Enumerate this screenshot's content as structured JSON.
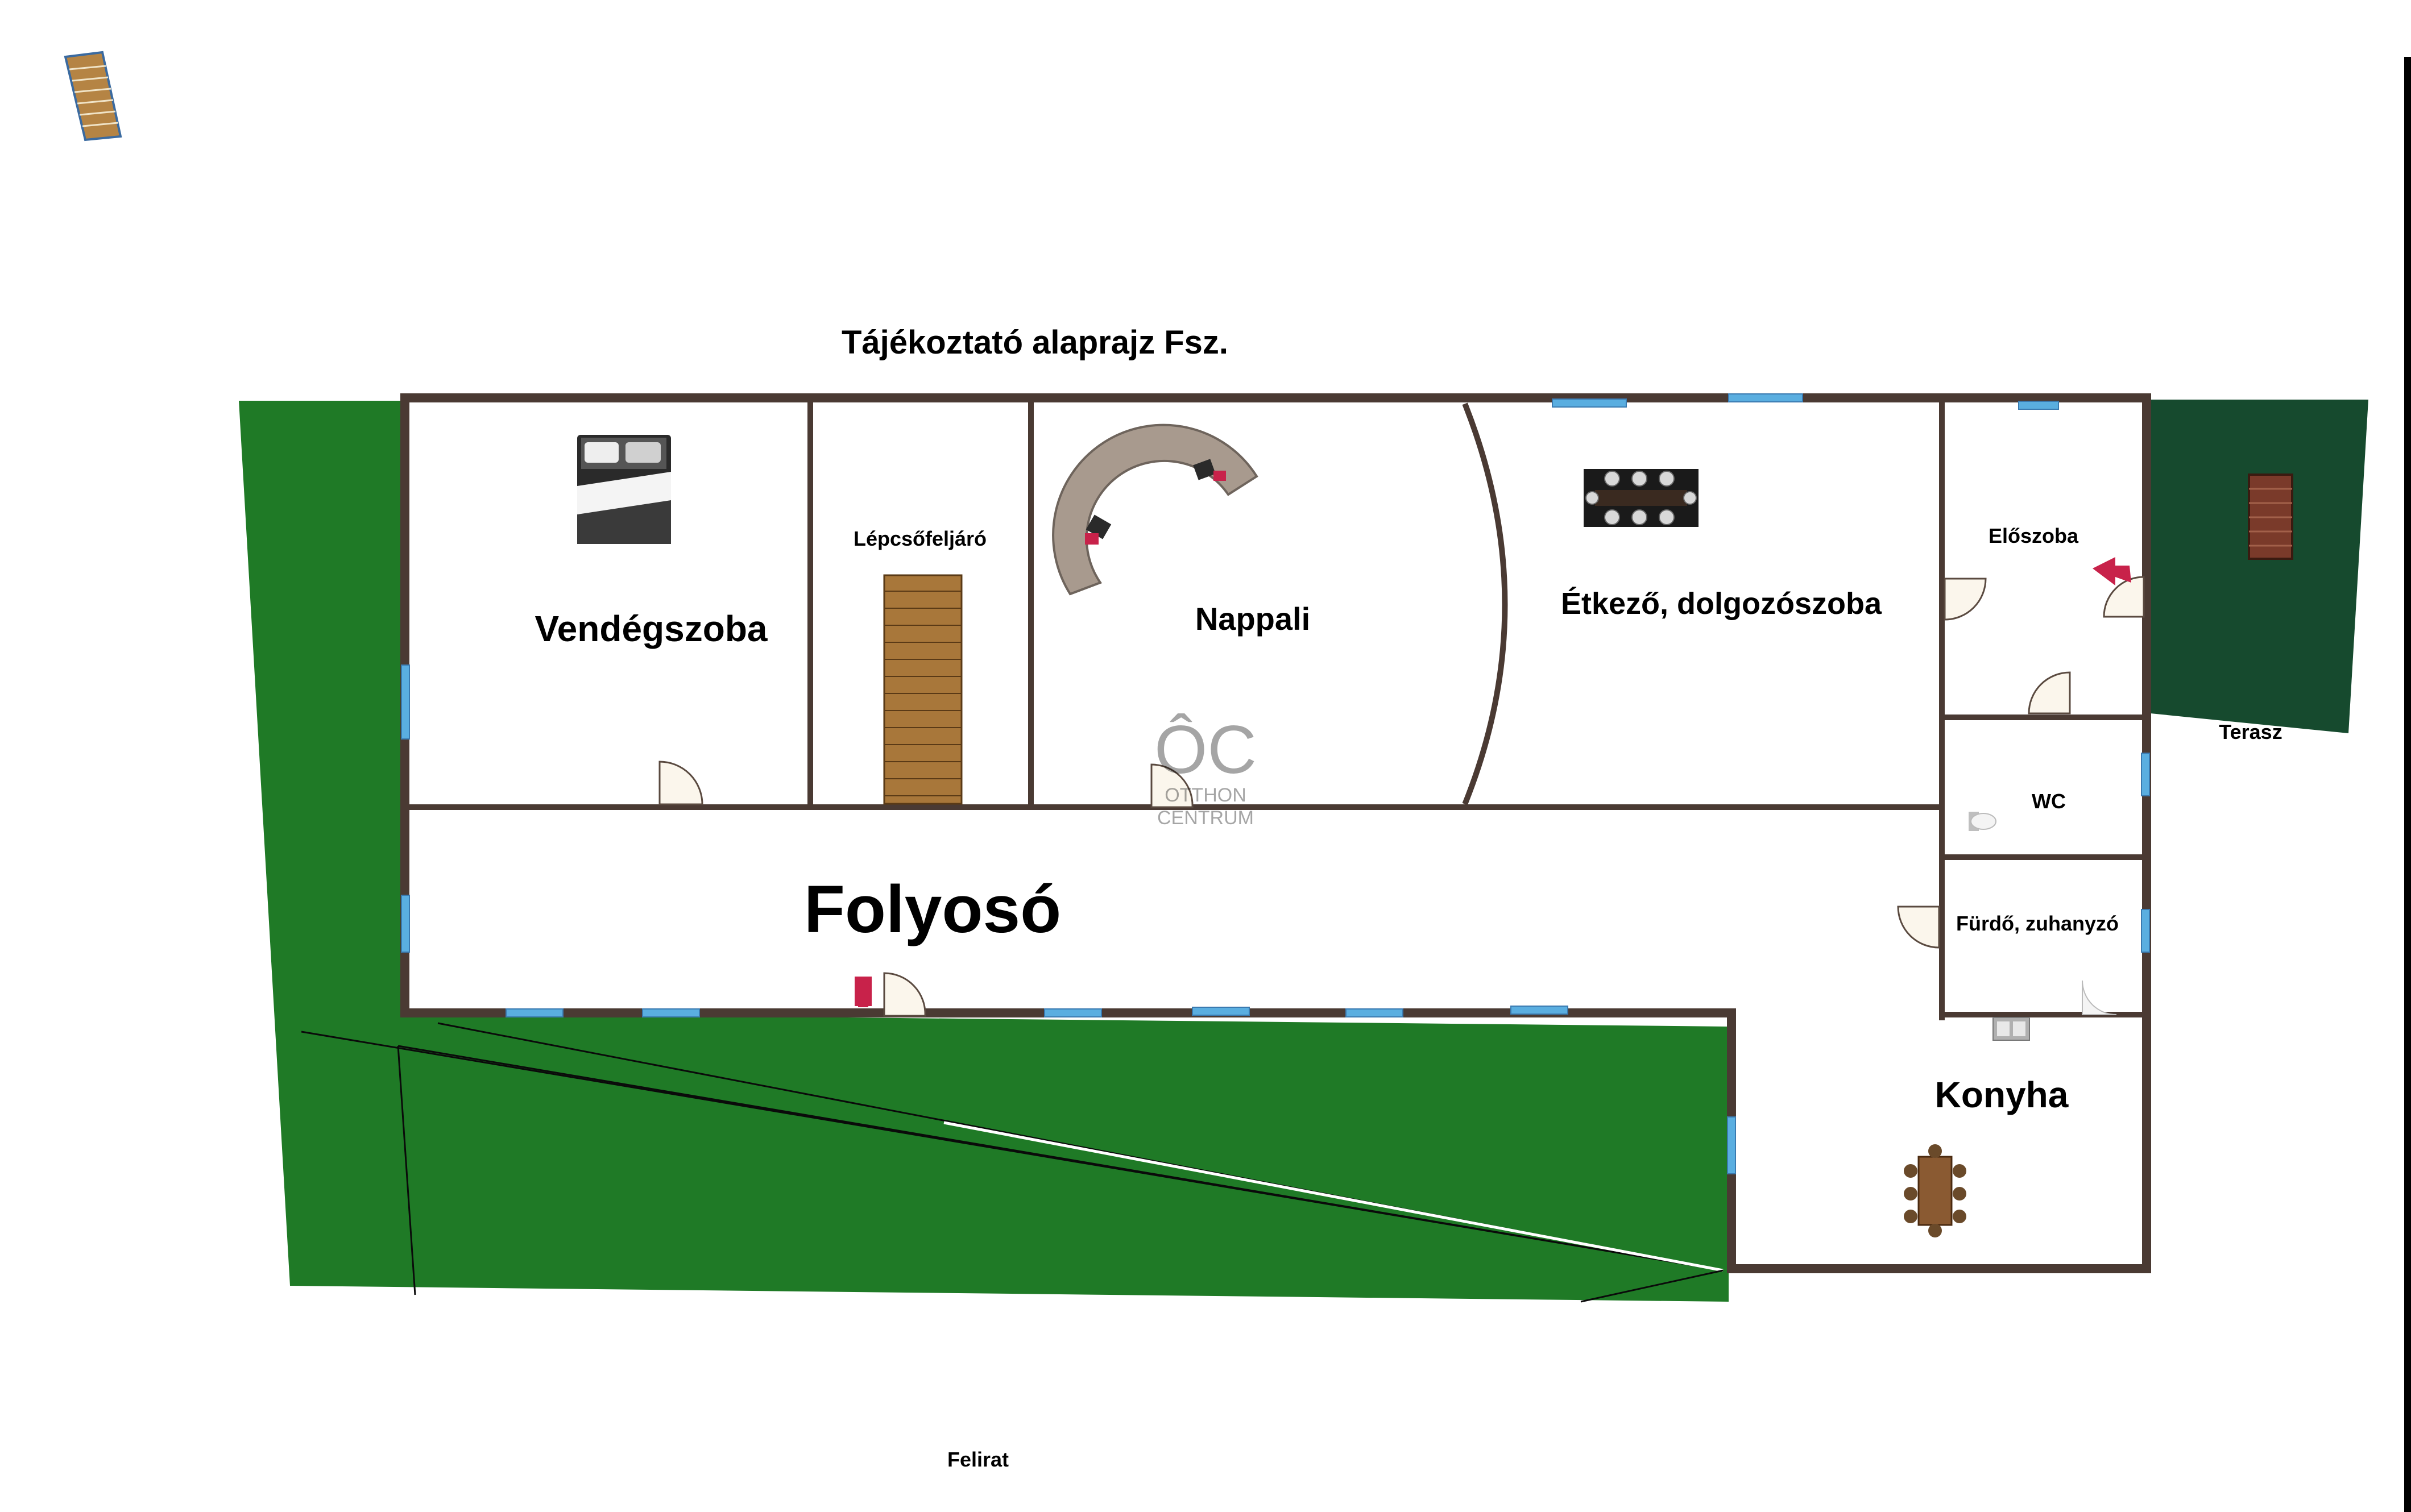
{
  "plan": {
    "title": "Tájékoztató alaprajz Fsz.",
    "caption": "Felirat",
    "watermark": {
      "logo_text": "ÔC",
      "line1": "OTTHON",
      "line2": "CENTRUM"
    },
    "rooms": {
      "vendegszoba": "Vendégszoba",
      "lepcso": "Lépcsőfeljáró",
      "nappali": "Nappali",
      "etkezo": "Étkező, dolgozószoba",
      "eloszoba": "Előszoba",
      "terasz": "Terasz",
      "wc": "WC",
      "furdo": "Fürdő, zuhanyzó",
      "folyoso": "Folyosó",
      "konyha": "Konyha"
    },
    "colors": {
      "wall": "#4a3a33",
      "garden": "#1f7a26",
      "terrace": "#164a2e",
      "window": "#5aaee0",
      "stairs": "#a8773a",
      "door": "#fbf6ec",
      "entry_arrow": "#c8224a"
    }
  }
}
